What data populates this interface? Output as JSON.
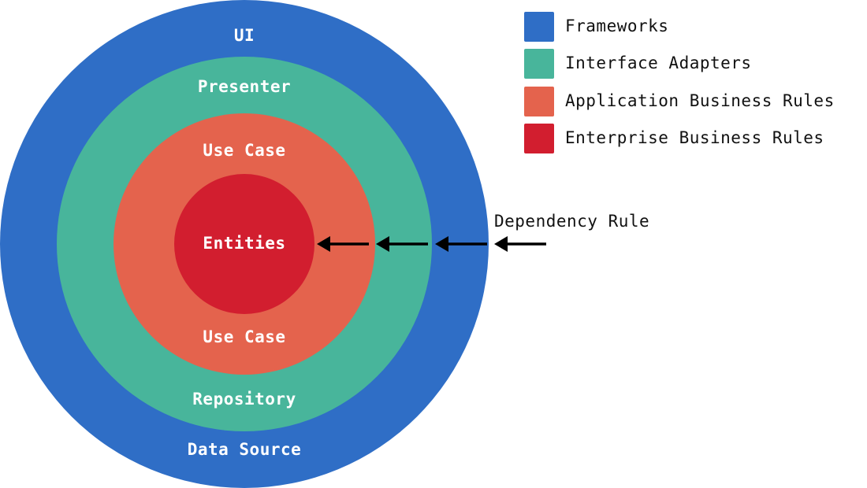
{
  "layers": {
    "frameworks": {
      "color": "#2f6ec6",
      "top_label": "UI",
      "bottom_label": "Data Source"
    },
    "interface_adapters": {
      "color": "#48b59b",
      "top_label": "Presenter",
      "bottom_label": "Repository"
    },
    "application_business_rules": {
      "color": "#e4634d",
      "top_label": "Use Case",
      "bottom_label": "Use Case"
    },
    "enterprise_business_rules": {
      "color": "#d21e2f",
      "center_label": "Entities"
    }
  },
  "legend": {
    "items": [
      {
        "label": "Frameworks",
        "color": "#2f6ec6"
      },
      {
        "label": "Interface Adapters",
        "color": "#48b59b"
      },
      {
        "label": "Application Business Rules",
        "color": "#e4634d"
      },
      {
        "label": "Enterprise Business Rules",
        "color": "#d21e2f"
      }
    ]
  },
  "dependency_rule": {
    "label": "Dependency Rule",
    "arrow_icon": "arrow-left-icon",
    "arrow_color": "#000000"
  }
}
